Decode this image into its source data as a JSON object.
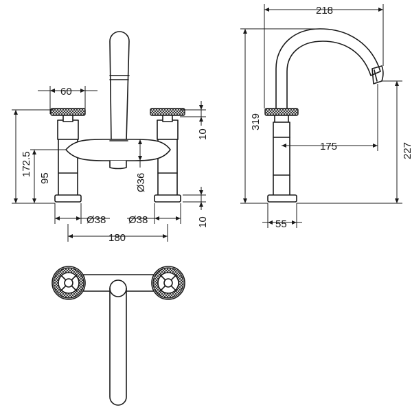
{
  "dimensions": {
    "handle_spacing": "60",
    "total_height": "172.5",
    "body_height": "95",
    "deck_to_outlet": "10",
    "body_diameter": "Ø36",
    "deck_thickness": "10",
    "left_base_diameter": "Ø38",
    "right_base_diameter": "Ø38",
    "centres": "180",
    "spout_overall_length": "218",
    "side_total_height": "319",
    "spout_reach": "175",
    "spout_outlet_height": "227",
    "base_depth": "55"
  }
}
